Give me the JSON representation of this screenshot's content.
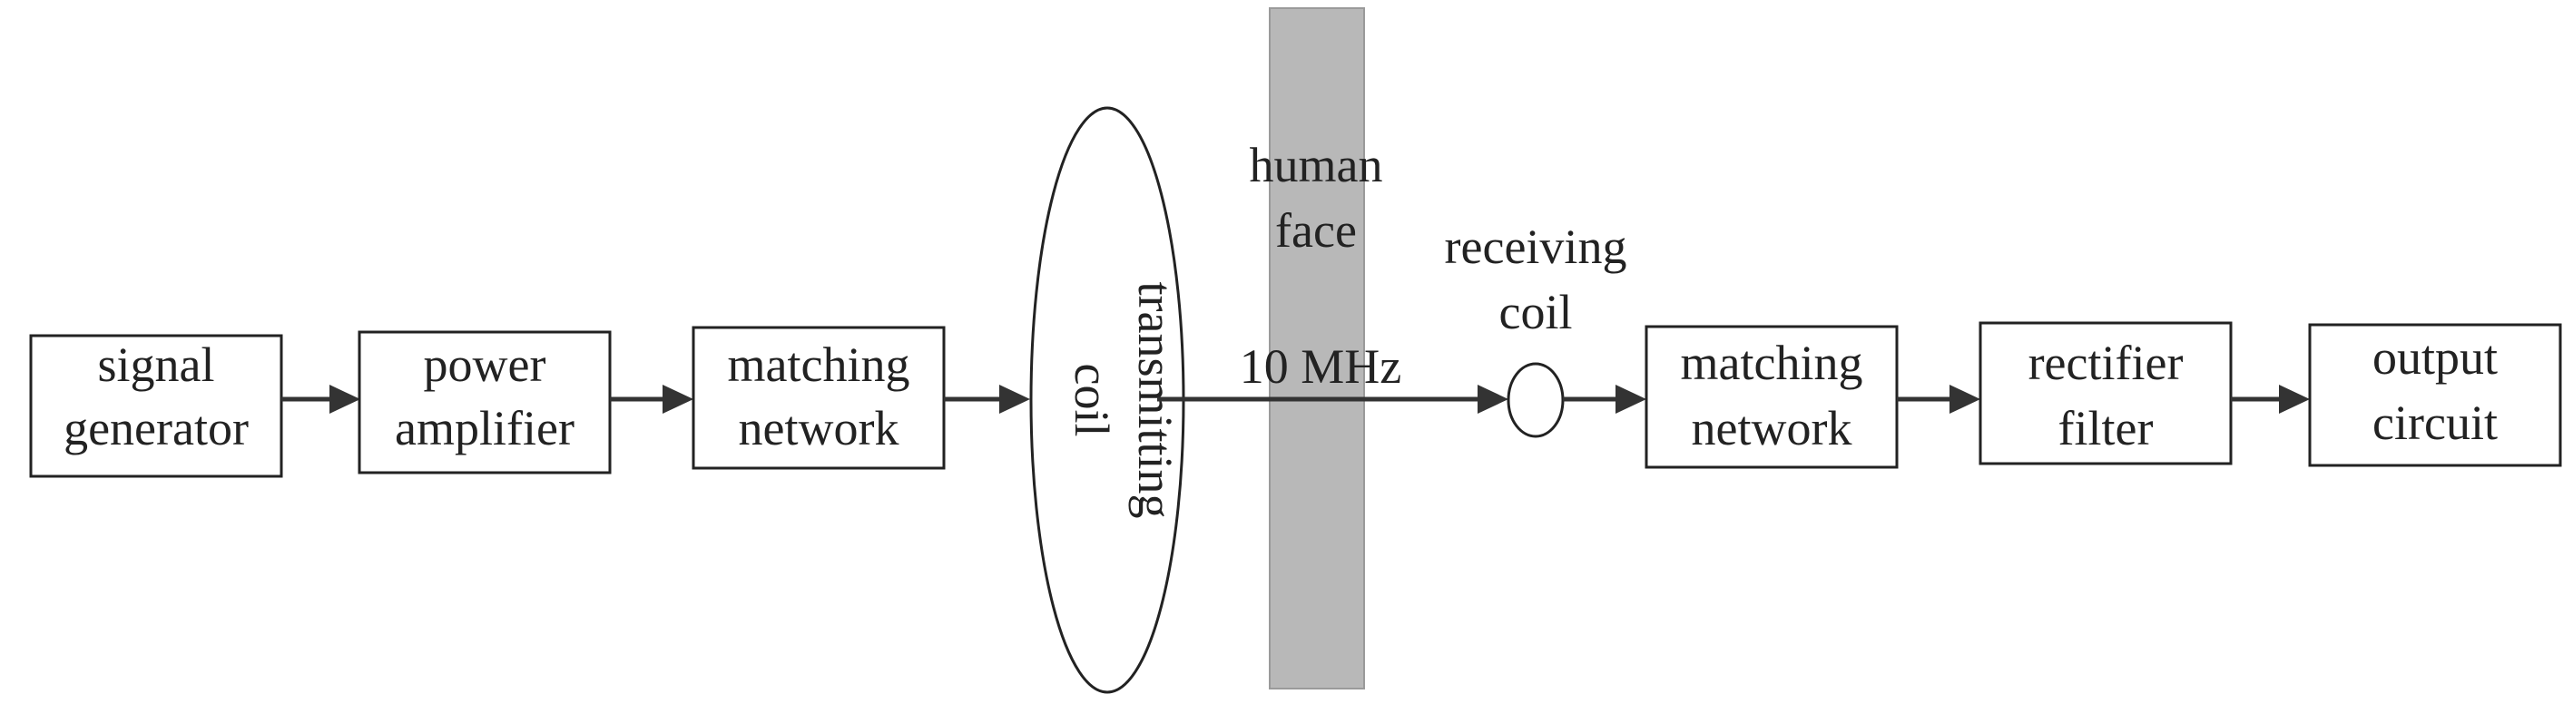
{
  "diagram": {
    "blocks": {
      "signal_generator": {
        "line1": "signal",
        "line2": "generator"
      },
      "power_amplifier": {
        "line1": "power",
        "line2": "amplifier"
      },
      "matching_network_tx": {
        "line1": "matching",
        "line2": "network"
      },
      "matching_network_rx": {
        "line1": "matching",
        "line2": "network"
      },
      "rectifier_filter": {
        "line1": "rectifier",
        "line2": "filter"
      },
      "output_circuit": {
        "line1": "output",
        "line2": "circuit"
      }
    },
    "transmitting_coil": {
      "line1": "transmitting",
      "line2": "coil"
    },
    "human_face": {
      "line1": "human",
      "line2": "face"
    },
    "frequency_label": "10 MHz",
    "receiving_coil": {
      "line1": "receiving",
      "line2": "coil"
    }
  },
  "colors": {
    "tissue_barrier": "#b8b8b8",
    "stroke": "#222222"
  }
}
